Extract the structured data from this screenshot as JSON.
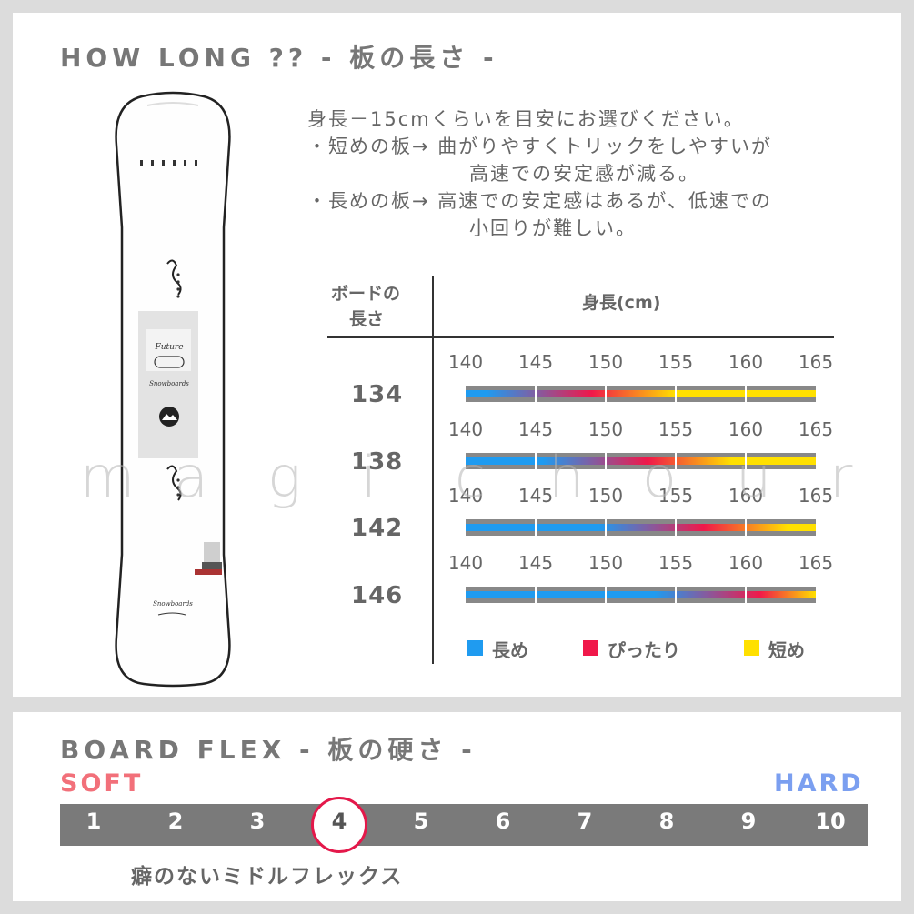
{
  "length_section": {
    "title": "HOW LONG ?? - 板の長さ -",
    "desc_lines": [
      "身長－15cmくらいを目安にお選びください。",
      "・短めの板→ 曲がりやすくトリックをしやすいが",
      "高速での安定感が減る。",
      "・長めの板→ 高速での安定感はあるが、低速での",
      "小回りが難しい。"
    ],
    "table": {
      "col1_header_line1": "ボードの",
      "col1_header_line2": "長さ",
      "col2_header": "身長(cm)",
      "ticks": [
        "140",
        "145",
        "150",
        "155",
        "160",
        "165"
      ],
      "rows": [
        {
          "length": "134",
          "ideal_height_cm": 149
        },
        {
          "length": "138",
          "ideal_height_cm": 153
        },
        {
          "length": "142",
          "ideal_height_cm": 157
        },
        {
          "length": "146",
          "ideal_height_cm": 161
        }
      ]
    },
    "legend": [
      {
        "label": "長め",
        "color": "#1f9bf0"
      },
      {
        "label": "ぴったり",
        "color": "#f0184a"
      },
      {
        "label": "短め",
        "color": "#ffe000"
      }
    ]
  },
  "board_image": {
    "graphic_text": [
      "Future",
      "Snowboards"
    ],
    "label": "board-illustration"
  },
  "watermark": {
    "letters": [
      "m",
      "a",
      "g",
      "i",
      "c",
      "h",
      "o",
      "u",
      "r"
    ]
  },
  "flex_section": {
    "title": "BOARD FLEX - 板の硬さ -",
    "soft_label": "SOFT",
    "hard_label": "HARD",
    "soft_color": "#f2707a",
    "hard_color": "#7b9ff0",
    "scale": [
      "1",
      "2",
      "3",
      "4",
      "5",
      "6",
      "7",
      "8",
      "9",
      "10"
    ],
    "selected": "4",
    "highlight_color": "#e4184a",
    "description": "癖のないミドルフレックス"
  }
}
